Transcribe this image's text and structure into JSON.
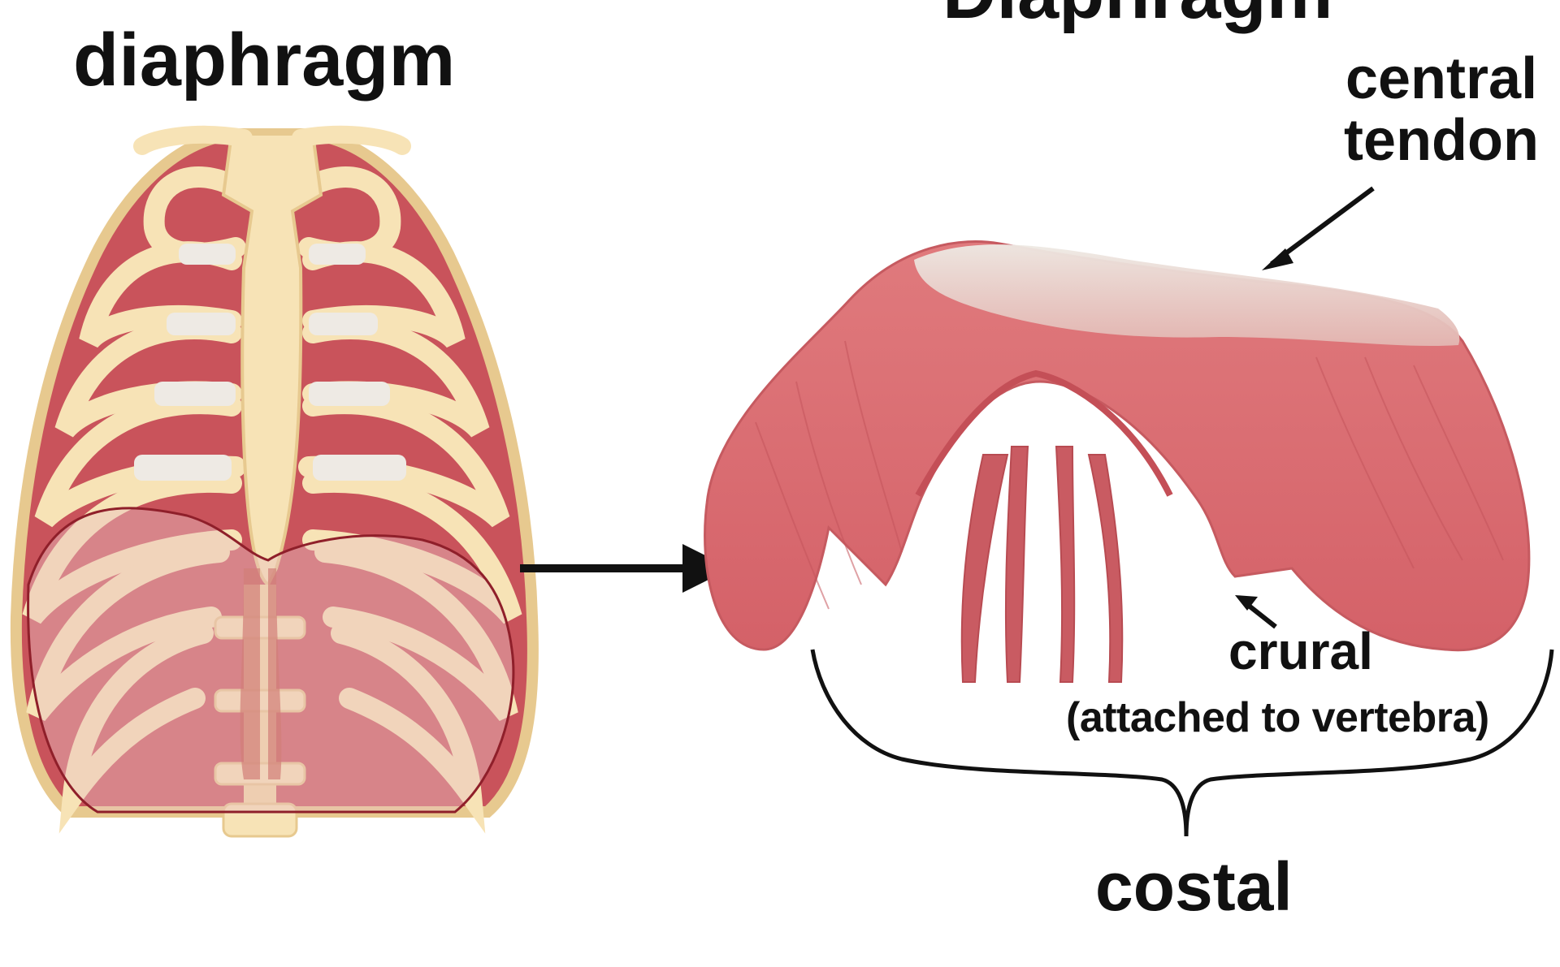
{
  "labels": {
    "left_title": "diaphragm",
    "right_title": "Diaphragm",
    "central_tendon": [
      "central",
      "tendon"
    ],
    "crural": "crural",
    "crural_note": "(attached to vertebra)",
    "costal": "costal"
  },
  "colors": {
    "muscle": "#d86a6e",
    "muscle_dark": "#b84b52",
    "muscle_light": "#e8898c",
    "bone": "#f7e3b6",
    "bone_edge": "#e7c98f",
    "cartilage": "#efe9e1",
    "tendon": "#e8e3de",
    "ink": "#111111"
  }
}
